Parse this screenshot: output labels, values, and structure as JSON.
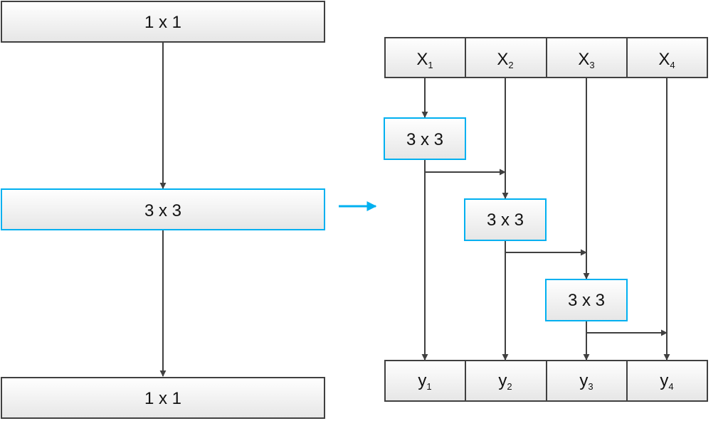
{
  "colors": {
    "box_border": "#404040",
    "highlight_border": "#00b0f0",
    "box_fill_top": "#ffffff",
    "box_fill_bottom": "#e6e6e6",
    "arrow": "#404040",
    "transition_arrow": "#00b0f0"
  },
  "left_column": {
    "top_box": {
      "label": "1 x 1"
    },
    "middle_box": {
      "label": "3 x 3"
    },
    "bottom_box": {
      "label": "1 x 1"
    }
  },
  "right_module": {
    "inputs": [
      {
        "letter": "X",
        "sub": "1"
      },
      {
        "letter": "X",
        "sub": "2"
      },
      {
        "letter": "X",
        "sub": "3"
      },
      {
        "letter": "X",
        "sub": "4"
      }
    ],
    "convs": [
      {
        "label": "3 x 3"
      },
      {
        "label": "3 x 3"
      },
      {
        "label": "3 x 3"
      }
    ],
    "outputs": [
      {
        "letter": "y",
        "sub": "1"
      },
      {
        "letter": "y",
        "sub": "2"
      },
      {
        "letter": "y",
        "sub": "3"
      },
      {
        "letter": "y",
        "sub": "4"
      }
    ]
  }
}
